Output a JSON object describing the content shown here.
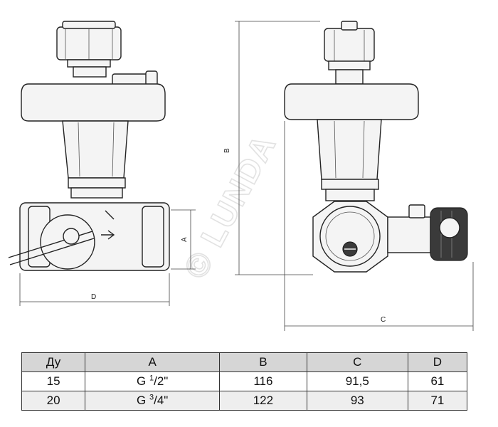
{
  "dimensions": {
    "A": "A",
    "B": "B",
    "C": "C",
    "D": "D"
  },
  "watermark": "© LUNDA",
  "table": {
    "headers": [
      "Ду",
      "A",
      "B",
      "C",
      "D"
    ],
    "rows": [
      {
        "dn": "15",
        "a_prefix": "G ",
        "a_num": "1",
        "a_den": "/2\"",
        "b": "116",
        "c": "91,5",
        "d": "61"
      },
      {
        "dn": "20",
        "a_prefix": "G ",
        "a_num": "3",
        "a_den": "/4\"",
        "b": "122",
        "c": "93",
        "d": "71"
      }
    ]
  }
}
